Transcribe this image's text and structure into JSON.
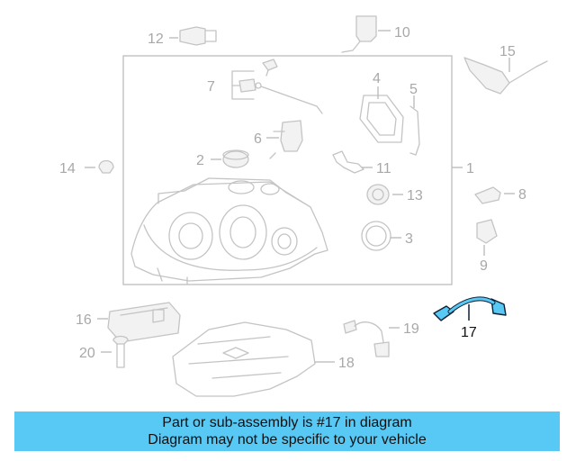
{
  "callouts": [
    "1",
    "2",
    "3",
    "4",
    "5",
    "6",
    "7",
    "8",
    "9",
    "10",
    "11",
    "12",
    "13",
    "14",
    "15",
    "16",
    "17",
    "18",
    "19",
    "20"
  ],
  "highlighted_part": "17",
  "colors": {
    "highlight": "#58c8f4",
    "outline": "#c4c4c4",
    "label_gray": "#a8a8a8",
    "banner": "#58c8f4"
  },
  "banner": {
    "line1": "Part or sub-assembly is #17 in diagram",
    "line2": "Diagram may not be specific to your vehicle"
  }
}
